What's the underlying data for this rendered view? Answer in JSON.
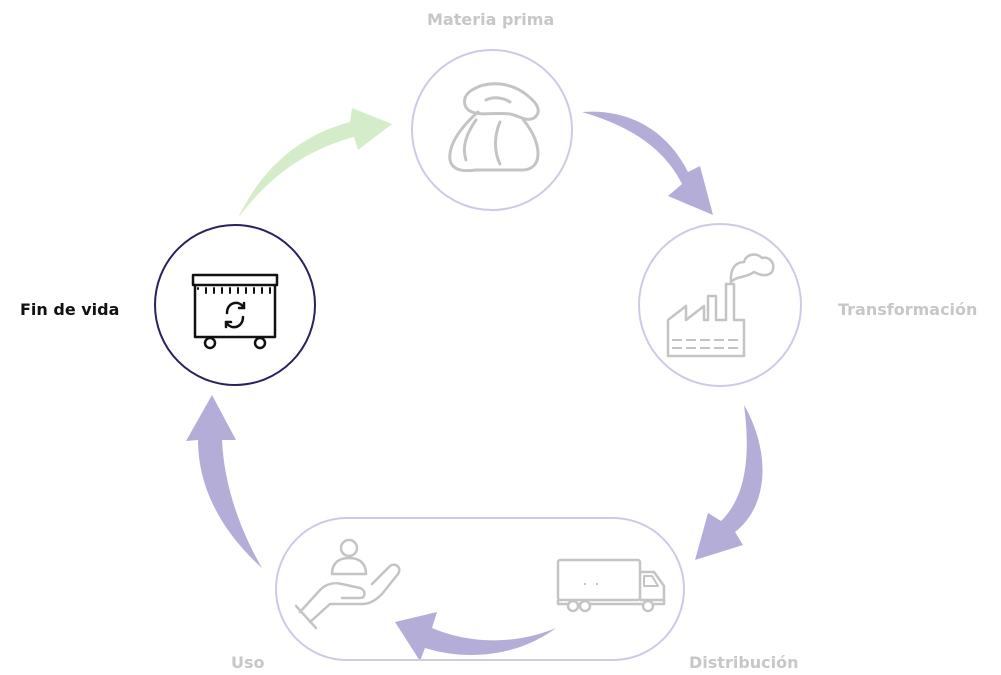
{
  "diagram": {
    "stages": [
      {
        "id": "materia-prima",
        "label": "Materia prima",
        "state": "inactive",
        "icon": "sack-icon"
      },
      {
        "id": "transformacion",
        "label": "Transformación",
        "state": "inactive",
        "icon": "factory-icon"
      },
      {
        "id": "distribucion",
        "label": "Distribución",
        "state": "inactive",
        "icon": "truck-icon"
      },
      {
        "id": "uso",
        "label": "Uso",
        "state": "inactive",
        "icon": "hand-person-icon"
      },
      {
        "id": "fin-de-vida",
        "label": "Fin de vida",
        "state": "active",
        "icon": "recycle-bin-icon"
      }
    ],
    "colors": {
      "circle_outline": "#cfc9e6",
      "active_outline": "#2a2160",
      "arrow_purple": "#b3add8",
      "arrow_green": "#d5eccb",
      "icon_muted": "#c4c4c4",
      "text_muted": "#c7c7c7",
      "text_active": "#111111"
    }
  }
}
